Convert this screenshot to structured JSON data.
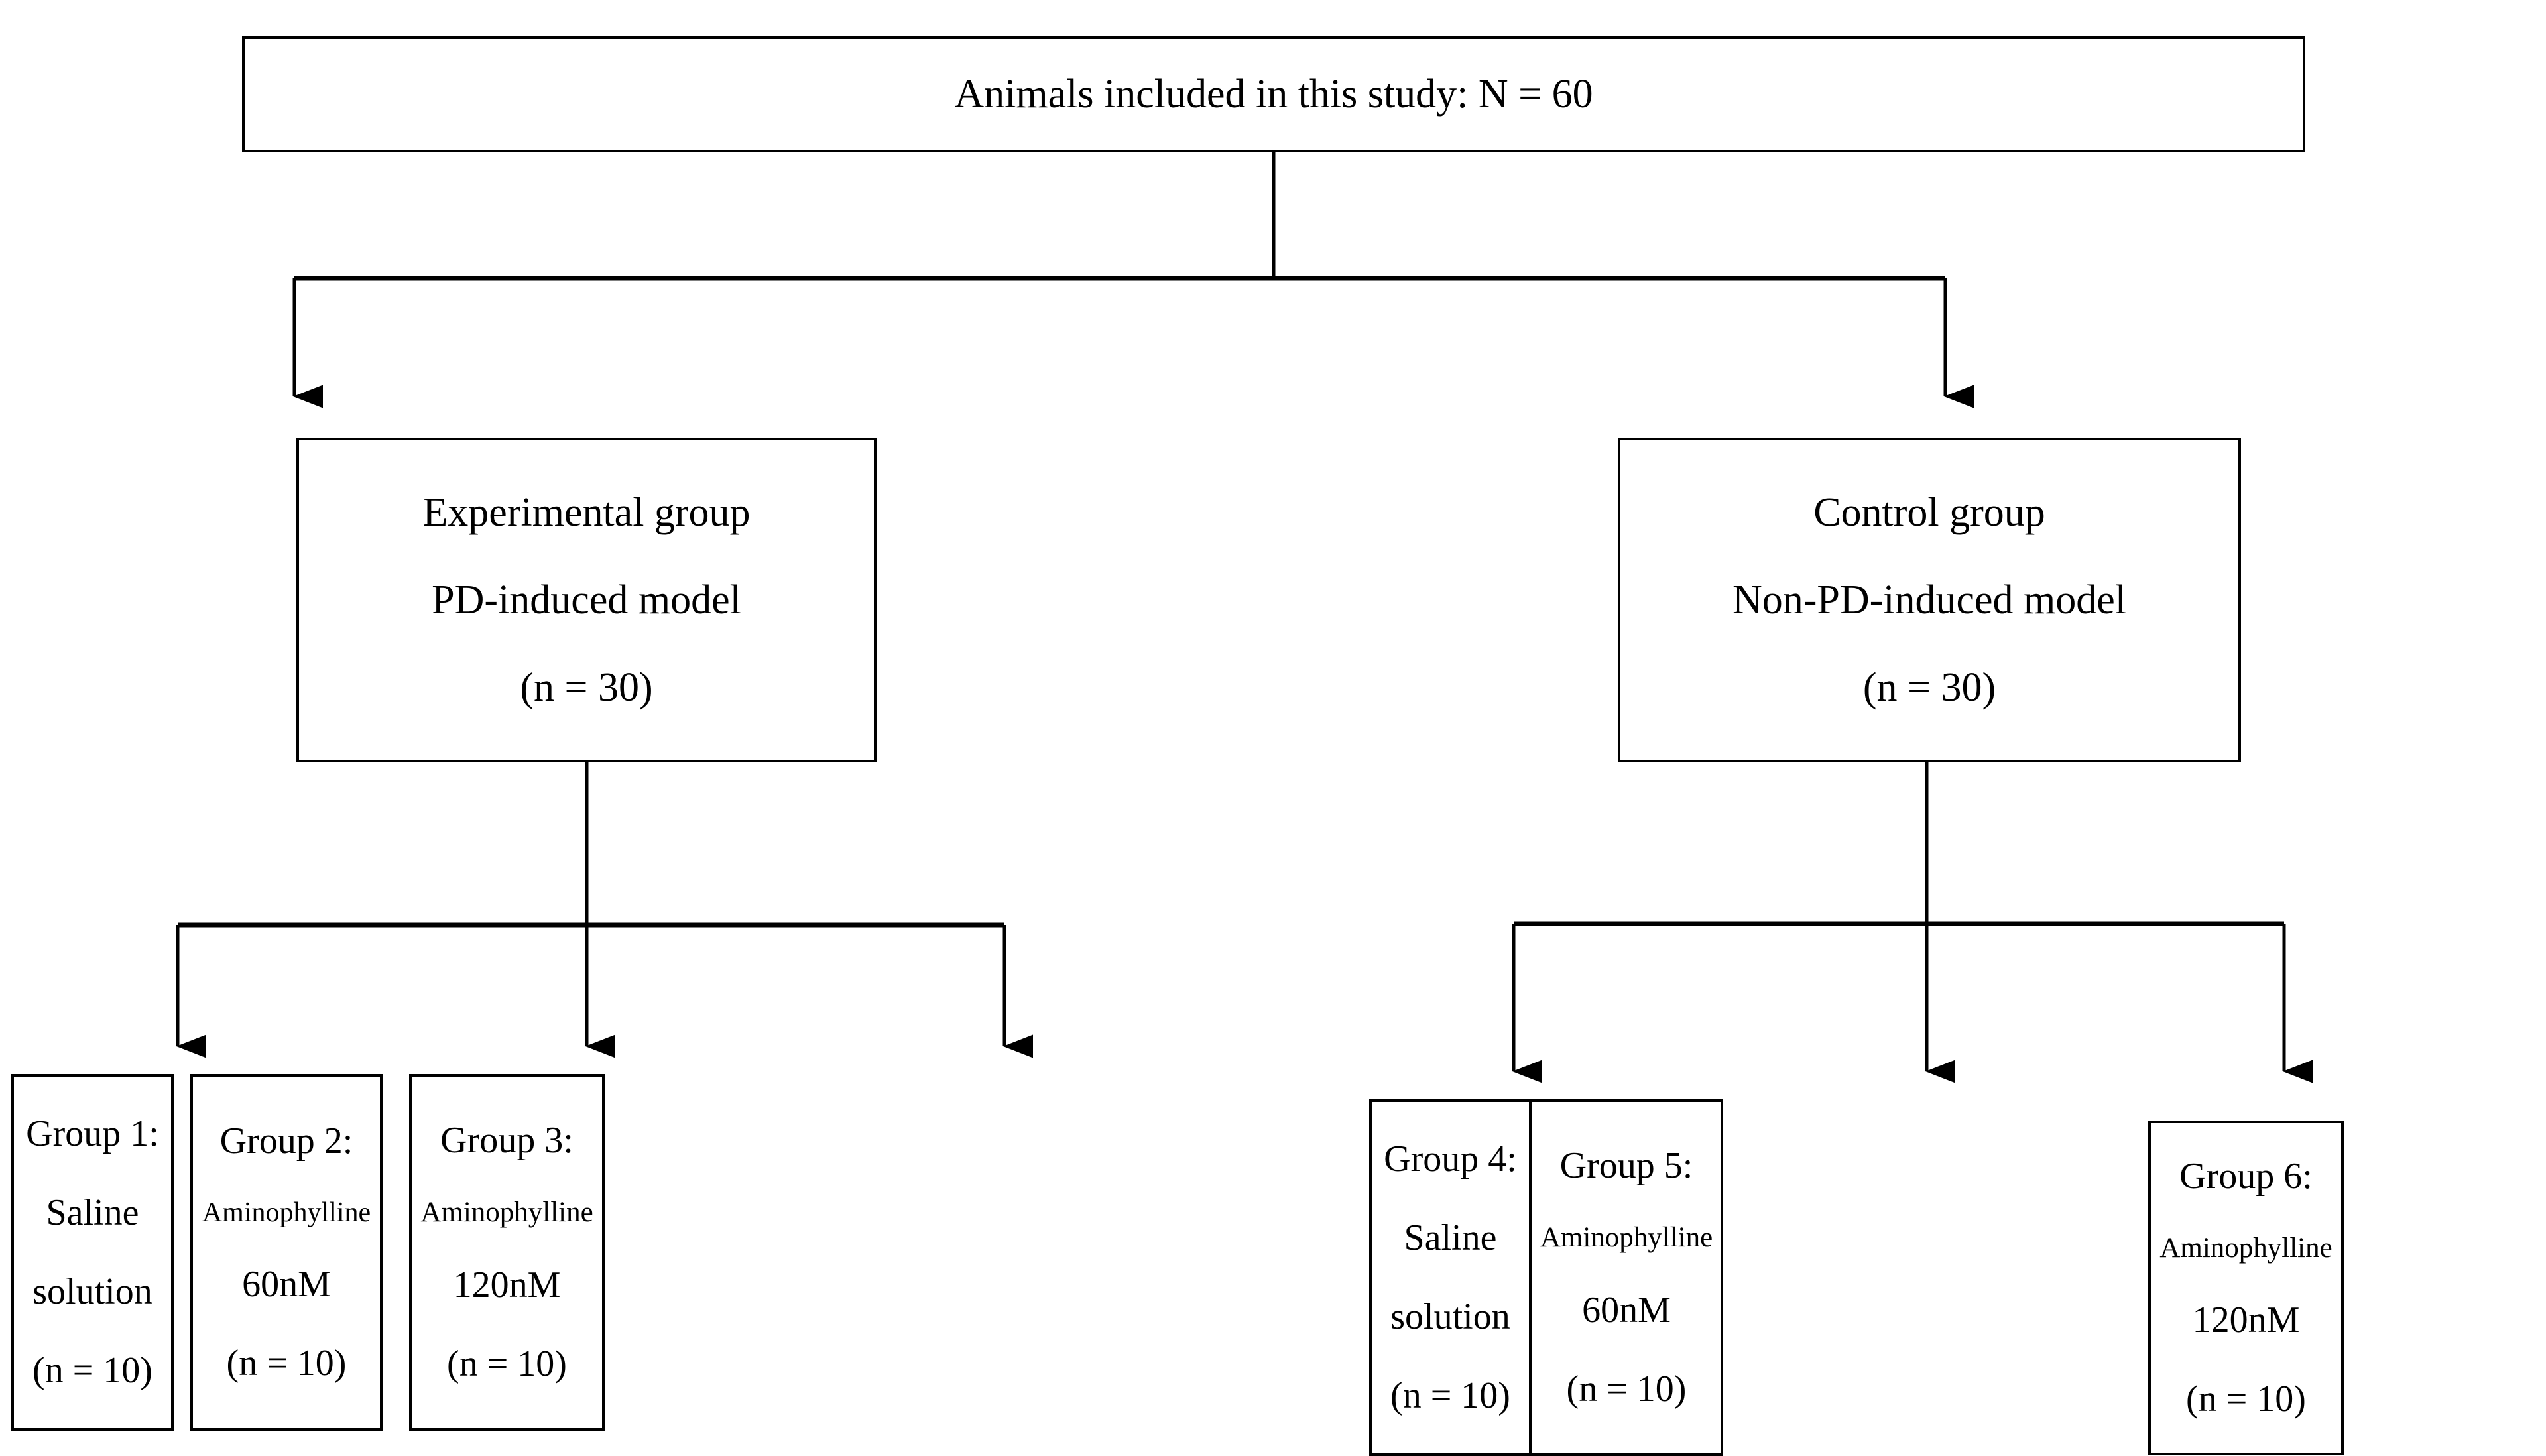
{
  "diagram": {
    "title": "Animal study group allocation flowchart",
    "colors": {
      "box_border": "#000000",
      "connector": "#000000",
      "background": "#ffffff",
      "text": "#000000"
    },
    "root": {
      "text": "Animals included in this study: N = 60"
    },
    "branches": [
      {
        "id": "experimental",
        "lines": [
          "Experimental group",
          "PD-induced model",
          "(n = 30)"
        ]
      },
      {
        "id": "control",
        "lines": [
          "Control group",
          "Non-PD-induced model",
          "(n = 30)"
        ]
      }
    ],
    "groups": [
      {
        "id": "group-1",
        "label": "Group 1:",
        "lines": [
          "Group 1:",
          "Saline",
          "solution",
          "(n = 10)"
        ],
        "treatment": "Saline solution",
        "n": "(n = 10)"
      },
      {
        "id": "group-2",
        "label": "Group 2:",
        "lines": [
          "Group 2:",
          "Aminophylline",
          "60nM",
          "(n = 10)"
        ],
        "treatment": "Aminophylline 60nM",
        "n": "(n = 10)"
      },
      {
        "id": "group-3",
        "label": "Group 3:",
        "lines": [
          "Group 3:",
          "Aminophylline",
          "120nM",
          "(n = 10)"
        ],
        "treatment": "Aminophylline 120nM",
        "n": "(n = 10)"
      },
      {
        "id": "group-4",
        "label": "Group 4:",
        "lines": [
          "Group 4:",
          "Saline",
          "solution",
          "(n = 10)"
        ],
        "treatment": "Saline solution",
        "n": "(n = 10)"
      },
      {
        "id": "group-5",
        "label": "Group 5:",
        "lines": [
          "Group 5:",
          "Aminophylline",
          "60nM",
          "(n = 10)"
        ],
        "treatment": "Aminophylline 60nM",
        "n": "(n = 10)"
      },
      {
        "id": "group-6",
        "label": "Group 6:",
        "lines": [
          "Group 6:",
          "Aminophylline",
          "120nM",
          "(n = 10)"
        ],
        "treatment": "Aminophylline 120nM",
        "n": "(n = 10)"
      }
    ]
  }
}
